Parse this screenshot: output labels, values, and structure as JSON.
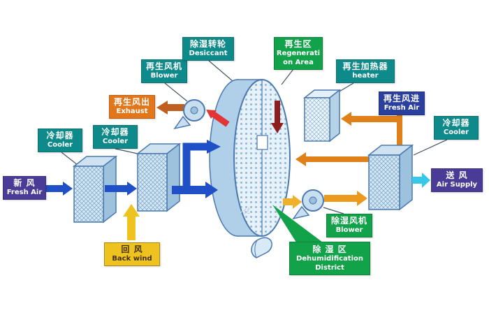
{
  "watermark": "xt",
  "colors": {
    "teal_label": "#0E8A8A",
    "purple_label": "#4A3C96",
    "orange_label": "#E2761B",
    "yellow_label": "#EFC31F",
    "green_label": "#12A24A",
    "blue_label": "#2B3F9F",
    "arrow_blue": "#2050C8",
    "arrow_yellow": "#EFC31F",
    "arrow_cyan": "#35C8E8",
    "arrow_orange": "#E08018",
    "arrow_exhaust": "#C06020",
    "arrow_red": "#E23535",
    "arrow_maroon": "#8E1D1D",
    "box_outline": "#4A78B0",
    "box_fill": "#D6E8F4"
  },
  "icons": [
    "cooler-box",
    "desiccant-wheel",
    "heater-box",
    "fan",
    "scroll",
    "flow-arrow"
  ],
  "labels": {
    "fresh_air_in": {
      "cn": "新 风",
      "en": "Fresh Air"
    },
    "cooler1": {
      "cn": "冷却器",
      "en": "Cooler"
    },
    "cooler2": {
      "cn": "冷却器",
      "en": "Cooler"
    },
    "back_wind": {
      "cn": "回 风",
      "en": "Back wind"
    },
    "regen_blower": {
      "cn": "再生风机",
      "en": "Blower"
    },
    "exhaust": {
      "cn": "再生风出",
      "en": "Exhaust"
    },
    "desiccant_wheel": {
      "cn": "除湿转轮",
      "en": "Desiccant"
    },
    "regen_area": {
      "cn": "再生区",
      "en": "Regeneration Area"
    },
    "regen_heater": {
      "cn": "再生加热器",
      "en": "heater"
    },
    "regen_fresh_air": {
      "cn": "再生风进",
      "en": "Fresh Air"
    },
    "cooler3": {
      "cn": "冷却器",
      "en": "Cooler"
    },
    "air_supply": {
      "cn": "送 风",
      "en": "Air Supply"
    },
    "dehum_blower": {
      "cn": "除湿风机",
      "en": "Blower"
    },
    "dehum_district": {
      "cn": "除 湿 区",
      "en": "Dehumidification District"
    }
  }
}
